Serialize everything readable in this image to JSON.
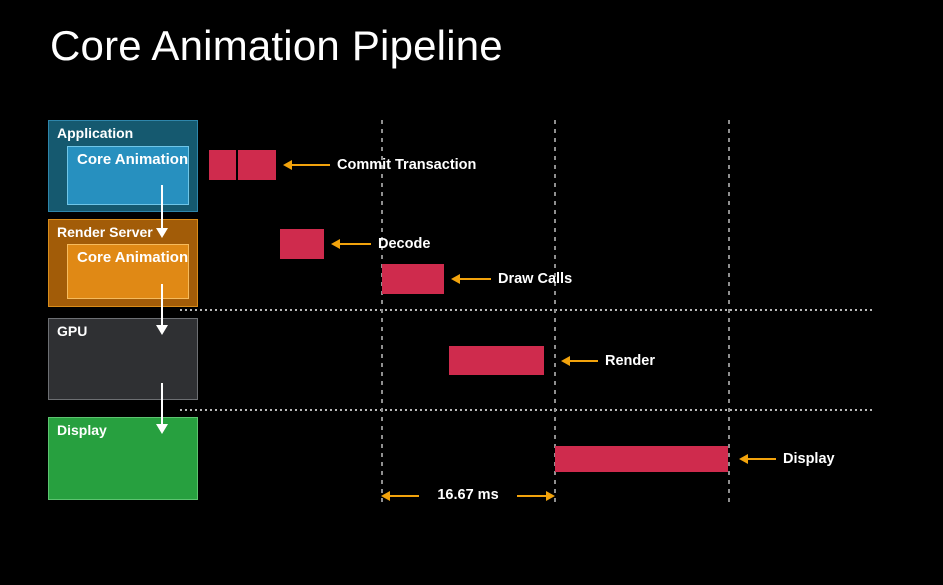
{
  "slide": {
    "title": "Core Animation Pipeline",
    "background_color": "#000000"
  },
  "colors": {
    "bar_red": "#cf2b4d",
    "callout_amber": "#f2a30c",
    "application_fill": "#15596f",
    "application_inner_fill": "#2790bf",
    "render_server_fill": "#a25c08",
    "render_server_inner_fill": "#e08915",
    "gpu_fill": "#2f3033",
    "display_fill": "#27a03f",
    "connector_white": "#ffffff",
    "gridline_gray": "#8f8f8f"
  },
  "stages": [
    {
      "id": "application",
      "title": "Application",
      "inner_label": "Core Animation"
    },
    {
      "id": "render-server",
      "title": "Render Server",
      "inner_label": "Core Animation"
    },
    {
      "id": "gpu",
      "title": "GPU",
      "inner_label": ""
    },
    {
      "id": "display",
      "title": "Display",
      "inner_label": ""
    }
  ],
  "timeline": {
    "bars": [
      {
        "id": "commit-transaction-a",
        "label": "Commit Transaction"
      },
      {
        "id": "commit-transaction-b",
        "label": "Commit Transaction"
      },
      {
        "id": "decode",
        "label": "Decode"
      },
      {
        "id": "draw-calls",
        "label": "Draw Calls"
      },
      {
        "id": "render",
        "label": "Render"
      },
      {
        "id": "display",
        "label": "Display"
      }
    ],
    "callouts": [
      {
        "id": "commit-transaction",
        "label": "Commit Transaction"
      },
      {
        "id": "decode",
        "label": "Decode"
      },
      {
        "id": "draw-calls",
        "label": "Draw Calls"
      },
      {
        "id": "render",
        "label": "Render"
      },
      {
        "id": "display",
        "label": "Display"
      }
    ],
    "measurement": {
      "label": "16.67 ms"
    },
    "frame_boundaries": 3
  }
}
